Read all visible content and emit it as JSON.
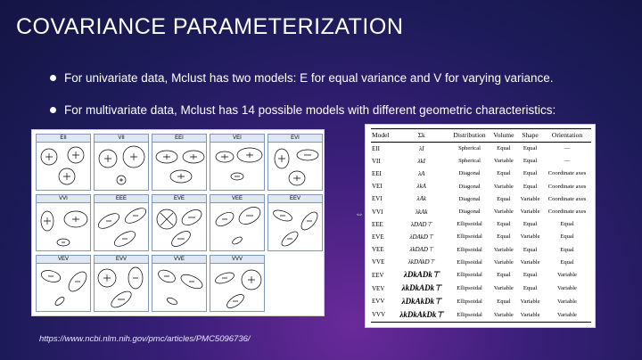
{
  "slide": {
    "title": "COVARIANCE PARAMETERIZATION",
    "bullets": [
      "For univariate data, Mclust has two models: E for equal variance and V for varying variance.",
      "For multivariate data, Mclust has 14 possible models with different geometric characteristics:"
    ],
    "source_url": "https://www.ncbi.nlm.nih.gov/pmc/articles/PMC5096736/"
  },
  "model_grid": {
    "rows": [
      [
        "EII",
        "VII",
        "EEI",
        "VEI",
        "EVI"
      ],
      [
        "VVI",
        "EEE",
        "EVE",
        "VEE",
        "EEV"
      ],
      [
        "VEV",
        "EVV",
        "VVE",
        "VVV"
      ]
    ]
  },
  "model_table": {
    "headers": [
      "Model",
      "Σk",
      "Distribution",
      "Volume",
      "Shape",
      "Orientation"
    ],
    "rows": [
      [
        "EII",
        "λI",
        "Spherical",
        "Equal",
        "Equal",
        "—"
      ],
      [
        "VII",
        "λkI",
        "Spherical",
        "Variable",
        "Equal",
        "—"
      ],
      [
        "EEI",
        "λA",
        "Diagonal",
        "Equal",
        "Equal",
        "Coordinate axes"
      ],
      [
        "VEI",
        "λkA",
        "Diagonal",
        "Variable",
        "Equal",
        "Coordinate axes"
      ],
      [
        "EVI",
        "λAk",
        "Diagonal",
        "Equal",
        "Variable",
        "Coordinate axes"
      ],
      [
        "VVI",
        "λkAk",
        "Diagonal",
        "Variable",
        "Variable",
        "Coordinate axes"
      ],
      [
        "EEE",
        "λDAD⊤",
        "Ellipsoidal",
        "Equal",
        "Equal",
        "Equal"
      ],
      [
        "EVE",
        "λDAkD⊤",
        "Ellipsoidal",
        "Equal",
        "Variable",
        "Equal"
      ],
      [
        "VEE",
        "λkDAD⊤",
        "Ellipsoidal",
        "Variable",
        "Equal",
        "Equal"
      ],
      [
        "VVE",
        "λkDAkD⊤",
        "Ellipsoidal",
        "Variable",
        "Variable",
        "Equal"
      ],
      [
        "EEV",
        "λDkADk⊤",
        "Ellipsoidal",
        "Equal",
        "Equal",
        "Variable"
      ],
      [
        "VEV",
        "λkDkADk⊤",
        "Ellipsoidal",
        "Variable",
        "Equal",
        "Variable"
      ],
      [
        "EVV",
        "λDkAkDk⊤",
        "Ellipsoidal",
        "Equal",
        "Variable",
        "Variable"
      ],
      [
        "VVV",
        "λkDkAkDk⊤",
        "Ellipsoidal",
        "Variable",
        "Variable",
        "Variable"
      ]
    ]
  }
}
